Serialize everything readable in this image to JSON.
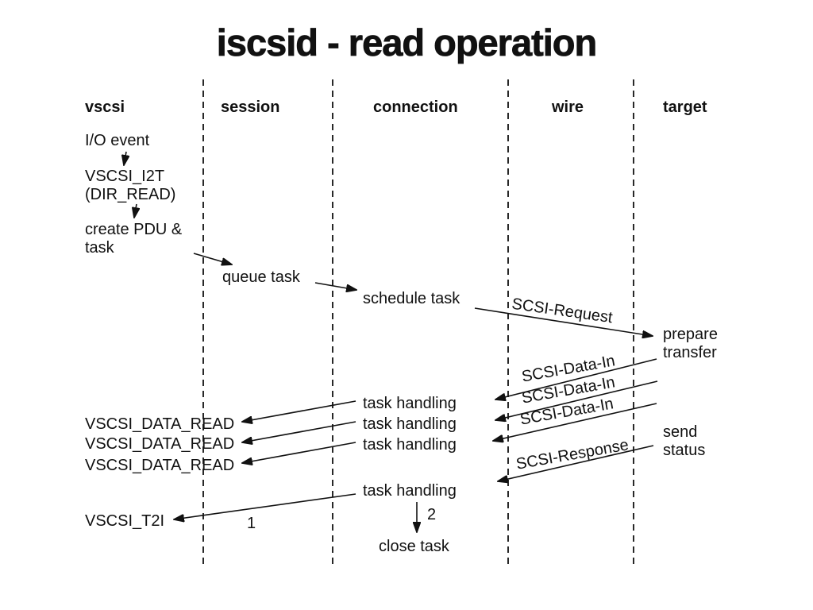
{
  "title": "iscsid - read operation",
  "columns": [
    {
      "label": "vscsi"
    },
    {
      "label": "session"
    },
    {
      "label": "connection"
    },
    {
      "label": "wire"
    },
    {
      "label": "target"
    }
  ],
  "steps": {
    "io_event": "I/O event",
    "vscsi_i2t": "VSCSI_I2T\n(DIR_READ)",
    "create_pdu": "create PDU &\ntask",
    "queue_task": "queue task",
    "schedule_task": "schedule task",
    "prepare_transfer": "prepare\ntransfer",
    "task_handling": "task handling",
    "vscsi_data_read": "VSCSI_DATA_READ",
    "send_status": "send\nstatus",
    "vscsi_t2i": "VSCSI_T2I",
    "close_task": "close task"
  },
  "messages": {
    "scsi_request": "SCSI-Request",
    "scsi_data_in": "SCSI-Data-In",
    "scsi_response": "SCSI-Response"
  },
  "annotations": {
    "step_1": "1",
    "step_2": "2"
  },
  "colors": {
    "ink": "#111111",
    "background": "#ffffff"
  }
}
